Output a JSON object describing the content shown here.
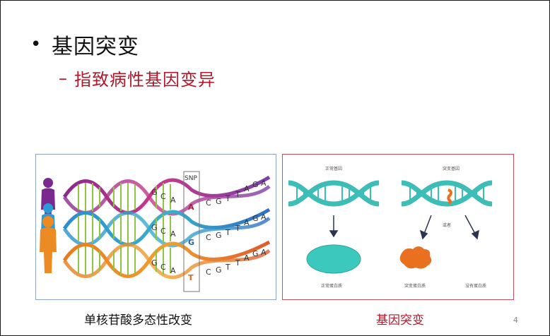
{
  "slide": {
    "bullet": "•",
    "title": "基因突变",
    "sub_dash": "–",
    "subtitle": "指致病性基因变异",
    "page_number": "4"
  },
  "snp_figure": {
    "snp_label": "SNP",
    "rows": [
      {
        "prefix": [
          "G",
          "C",
          "A"
        ],
        "variant": "A",
        "suffix": [
          "C",
          "G",
          "T",
          "T",
          "A",
          "G",
          "A"
        ],
        "variant_color": "#b0193d"
      },
      {
        "prefix": [
          "G",
          "C",
          "A"
        ],
        "variant": "G",
        "suffix": [
          "C",
          "G",
          "T",
          "T",
          "A",
          "G",
          "A"
        ],
        "variant_color": "#2a5fa8"
      },
      {
        "prefix": [
          "G",
          "C",
          "A"
        ],
        "variant": "T",
        "suffix": [
          "C",
          "G",
          "T",
          "T",
          "A",
          "G",
          "A"
        ],
        "variant_color": "#d9661f"
      }
    ],
    "caption": "单核苷酸多态性改变"
  },
  "mutation_figure": {
    "normal_gene_label": "正常基因",
    "mutant_gene_label": "突变基因",
    "mutation_label": "或者",
    "normal_protein_label": "正常蛋白质",
    "mutant_protein_label": "突变蛋白质",
    "no_protein_label": "没有蛋白质",
    "caption": "基因突变"
  },
  "colors": {
    "accent_red": "#b0192b",
    "dna_teal": "#3cbdb5",
    "mutation_orange": "#e8701e"
  }
}
